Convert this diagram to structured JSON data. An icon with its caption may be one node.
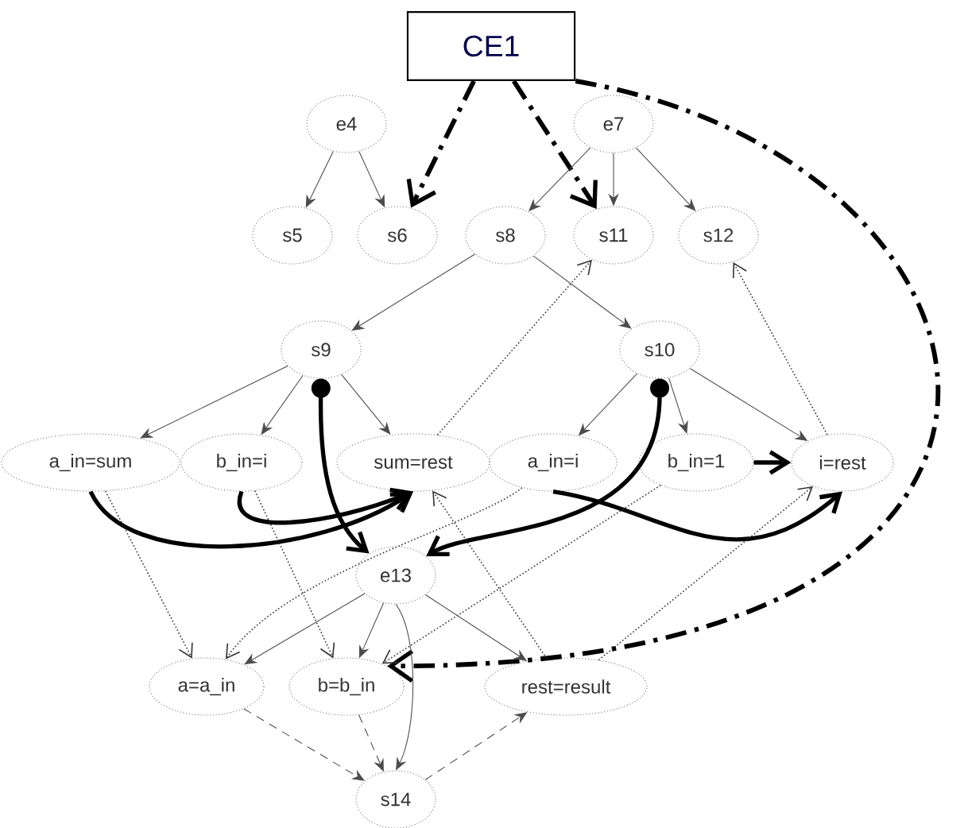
{
  "diagram": {
    "nodes": [
      {
        "text": [
          "CE1"
        ]
      },
      {
        "text": [
          "e4"
        ]
      },
      {
        "text": [
          "e7"
        ]
      },
      {
        "text": [
          "s5"
        ]
      },
      {
        "text": [
          "s6"
        ]
      },
      {
        "text": [
          "s8"
        ]
      },
      {
        "text": [
          "s11"
        ]
      },
      {
        "text": [
          "s12"
        ]
      },
      {
        "text": [
          "s9"
        ]
      },
      {
        "text": [
          "s10"
        ]
      },
      {
        "text": [
          "a_in=sum"
        ]
      },
      {
        "text": [
          "b_in=i"
        ]
      },
      {
        "text": [
          "sum=rest"
        ]
      },
      {
        "text": [
          "a_in=i"
        ]
      },
      {
        "text": [
          "b_in=1"
        ]
      },
      {
        "text": [
          "i=rest"
        ]
      },
      {
        "text": [
          "e13"
        ]
      },
      {
        "text": [
          "a=a_in"
        ]
      },
      {
        "text": [
          "b=b_in"
        ]
      },
      {
        "text": [
          "rest=result"
        ]
      },
      {
        "text": [
          "s14"
        ]
      }
    ],
    "edges": [
      {
        "from": 0,
        "to": 4,
        "arrow": "to",
        "style": "dashed"
      },
      {
        "from": 0,
        "to": 6,
        "arrow": "to",
        "style": "dashed"
      },
      {
        "from": 0,
        "to": 18,
        "arrow": "to",
        "style": "dashed"
      },
      {
        "from": 1,
        "to": 3,
        "arrow": "to"
      },
      {
        "from": 1,
        "to": 4,
        "arrow": "to"
      },
      {
        "from": 2,
        "to": 5,
        "arrow": "to"
      },
      {
        "from": 2,
        "to": 6,
        "arrow": "to"
      },
      {
        "from": 2,
        "to": 7,
        "arrow": "to"
      },
      {
        "from": 5,
        "to": 8,
        "arrow": "to"
      },
      {
        "from": 5,
        "to": 9,
        "arrow": "to"
      },
      {
        "from": 8,
        "to": 10,
        "arrow": "to"
      },
      {
        "from": 8,
        "to": 11,
        "arrow": "to"
      },
      {
        "from": 8,
        "to": 12,
        "arrow": "to"
      },
      {
        "from": 9,
        "to": 13,
        "arrow": "to"
      },
      {
        "from": 9,
        "to": 14,
        "arrow": "to"
      },
      {
        "from": 9,
        "to": 15,
        "arrow": "to"
      },
      {
        "from": 8,
        "to": 16,
        "arrow": "to",
        "style": "thick"
      },
      {
        "from": 9,
        "to": 16,
        "arrow": "to",
        "style": "thick"
      },
      {
        "from": 10,
        "to": 12,
        "arrow": "to",
        "style": "thick"
      },
      {
        "from": 11,
        "to": 12,
        "arrow": "to",
        "style": "thick"
      },
      {
        "from": 13,
        "to": 15,
        "arrow": "to",
        "style": "thick"
      },
      {
        "from": 14,
        "to": 15,
        "arrow": "to",
        "style": "thick"
      },
      {
        "from": 12,
        "to": 6,
        "arrow": "to",
        "style": "dashed"
      },
      {
        "from": 15,
        "to": 7,
        "arrow": "to",
        "style": "dashed"
      },
      {
        "from": 10,
        "to": 17,
        "arrow": "to",
        "style": "dashed"
      },
      {
        "from": 11,
        "to": 18,
        "arrow": "to",
        "style": "dashed"
      },
      {
        "from": 13,
        "to": 17,
        "arrow": "to",
        "style": "dashed"
      },
      {
        "from": 14,
        "to": 18,
        "arrow": "to",
        "style": "dashed"
      },
      {
        "from": 19,
        "to": 12,
        "arrow": "to",
        "style": "dashed"
      },
      {
        "from": 19,
        "to": 15,
        "arrow": "to",
        "style": "dashed"
      },
      {
        "from": 16,
        "to": 17,
        "arrow": "to"
      },
      {
        "from": 16,
        "to": 18,
        "arrow": "to"
      },
      {
        "from": 16,
        "to": 19,
        "arrow": "to"
      },
      {
        "from": 16,
        "to": 20,
        "arrow": "to"
      },
      {
        "from": 17,
        "to": 20,
        "arrow": "to",
        "style": "dashed"
      },
      {
        "from": 18,
        "to": 20,
        "arrow": "to",
        "style": "dashed"
      },
      {
        "from": 20,
        "to": 19,
        "arrow": "to",
        "style": "dashed"
      }
    ]
  }
}
